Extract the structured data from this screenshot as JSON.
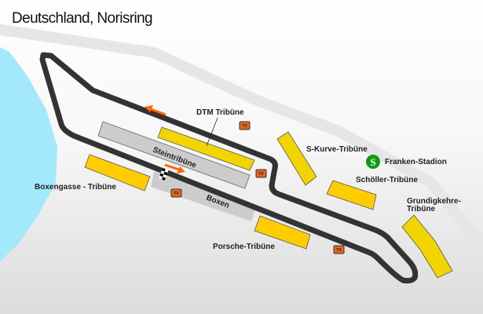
{
  "title": "Deutschland, Norisring",
  "labels": {
    "dtm": "DTM Tribüne",
    "stein": "Steintribüne",
    "boxen": "Boxen",
    "boxengasse": "Boxengasse - Tribüne",
    "skurve": "S-Kurve-Tribüne",
    "franken": "Franken-Stadion",
    "schoeller": "Schöller-Tribüne",
    "grundig_1": "Grundigkehre-",
    "grundig_2": "Tribüne",
    "porsche": "Porsche-Tribüne",
    "sbahn": "S",
    "screen": "TV"
  },
  "colors": {
    "track": "#333333",
    "water": "#a3e9fb",
    "grandstand": "#f2d500",
    "grandstand_dark": "#ffcc00",
    "pit": "#cccccc",
    "arrow": "#ff6600",
    "sbahn": "#119911"
  }
}
